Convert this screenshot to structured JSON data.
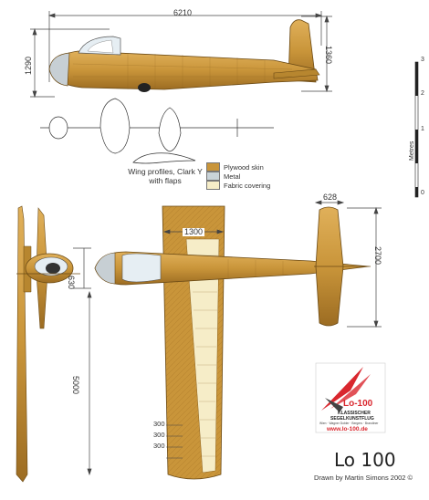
{
  "dimensions": {
    "length": "6210",
    "height_side": "1290",
    "height_tail": "1360",
    "tail_span": "628",
    "fin_height": "2700",
    "fuselage_width": "630",
    "wing_root": "1300",
    "half_span": "5000",
    "station_1": "300",
    "station_2": "300",
    "station_3": "300"
  },
  "scale": {
    "label": "Metres",
    "ticks": [
      "3",
      "2",
      "1",
      "0"
    ]
  },
  "wing_profile_caption": "Wing profiles, Clark Y with flaps",
  "legend": [
    {
      "label": "Plywood skin",
      "color": "#c9953a"
    },
    {
      "label": "Metal",
      "color": "#c9d3d8"
    },
    {
      "label": "Fabric covering",
      "color": "#f6edc8"
    }
  ],
  "logo": {
    "name": "Lo-100",
    "line1": "KLASSISCHER",
    "line2": "SEGELKUNSTFLUG",
    "line3": "Wien · Wagner Dobler · Bergers · Brandtner",
    "url": "www.lo-100.de"
  },
  "title": "Lo 100",
  "credit": "Drawn by Martin Simons  2002 ©",
  "colors": {
    "plywood": "#c9953a",
    "plywood_dark": "#a8772a",
    "metal": "#d6dde2",
    "fabric": "#f6edc8",
    "logo_red": "#d9272e"
  }
}
